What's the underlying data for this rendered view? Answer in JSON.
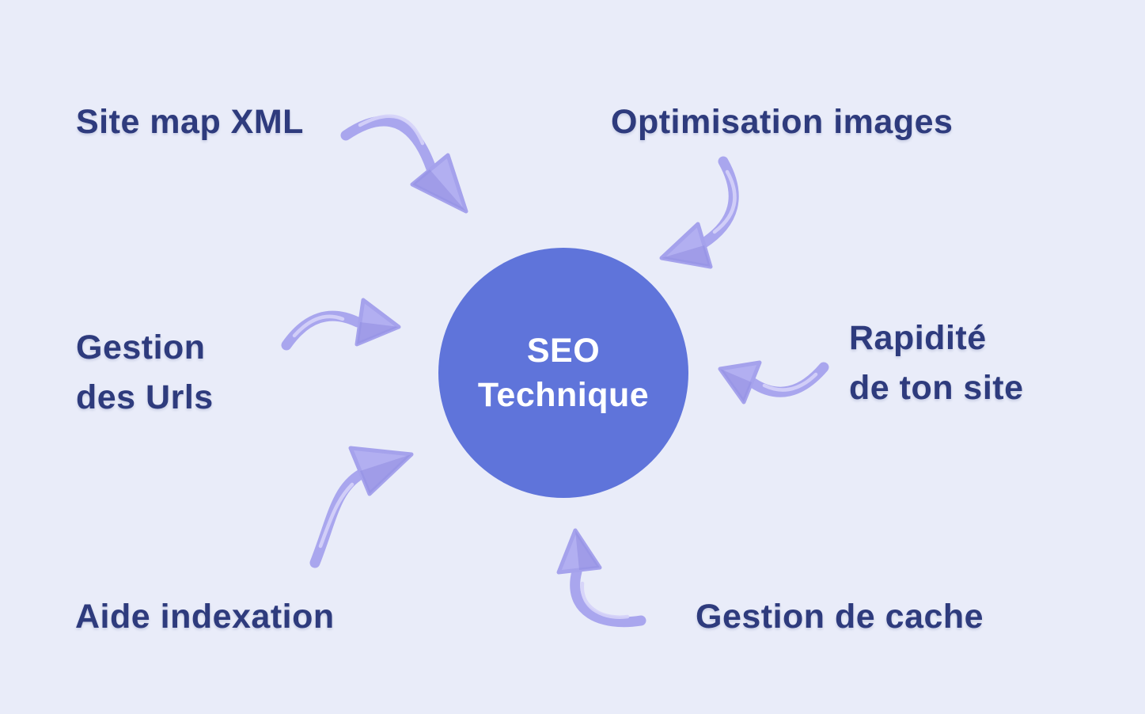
{
  "diagram": {
    "title": "SEO Technique mind map",
    "center": {
      "line1": "SEO",
      "line2": "Technique"
    },
    "nodes": [
      {
        "id": "site-map-xml",
        "label": "Site map XML"
      },
      {
        "id": "optimisation-images",
        "label": "Optimisation images"
      },
      {
        "id": "gestion-des-urls",
        "label": "Gestion\ndes Urls"
      },
      {
        "id": "rapidite-de-ton-site",
        "label": "Rapidité\nde ton site"
      },
      {
        "id": "aide-indexation",
        "label": "Aide indexation"
      },
      {
        "id": "gestion-de-cache",
        "label": "Gestion de cache"
      }
    ],
    "colors": {
      "background": "#e9ecf9",
      "center_circle": "#5f74da",
      "center_text": "#ffffff",
      "label_text": "#2e3b7d",
      "arrow_body": "#a9a6ee",
      "arrow_highlight": "#d5d3f8"
    }
  }
}
